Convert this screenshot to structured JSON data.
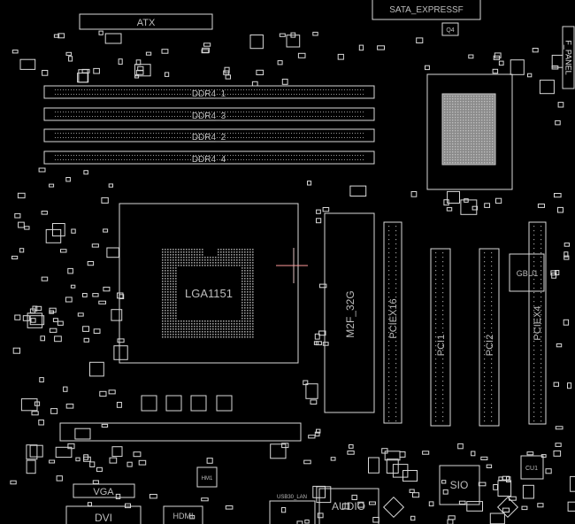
{
  "board": {
    "connectors": {
      "atx": "ATX",
      "sata_express": "SATA_EXPRESSF",
      "f_panel": "F_PANEL",
      "vga": "VGA",
      "dvi": "DVI",
      "hdmi": "HDMI",
      "usb_lan": "USB30_LAN",
      "audio": "AUDIO"
    },
    "memory_slots": [
      "DDR4_1",
      "DDR4_3",
      "DDR4_2",
      "DDR4_4"
    ],
    "cpu_socket": "LGA1151",
    "m2_slot": "M2F_32G",
    "expansion_slots": [
      "PCIEX16",
      "PCI1",
      "PCI2",
      "PCIEX4"
    ],
    "chips": {
      "sio": "SIO",
      "gbu": "GBU1",
      "cu": "CU1",
      "q4": "Q4",
      "hm1": "HM1"
    },
    "colors": {
      "background": "#000000",
      "outline": "#d8d8d8",
      "cursor": "#ff9a9a"
    }
  }
}
